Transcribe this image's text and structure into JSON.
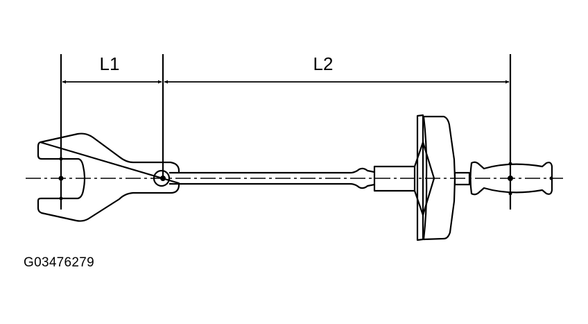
{
  "diagram": {
    "dimension_labels": {
      "l1": "L1",
      "l2": "L2"
    },
    "figure_code": "G03476279",
    "line_color": "#000000",
    "background": "#ffffff"
  }
}
